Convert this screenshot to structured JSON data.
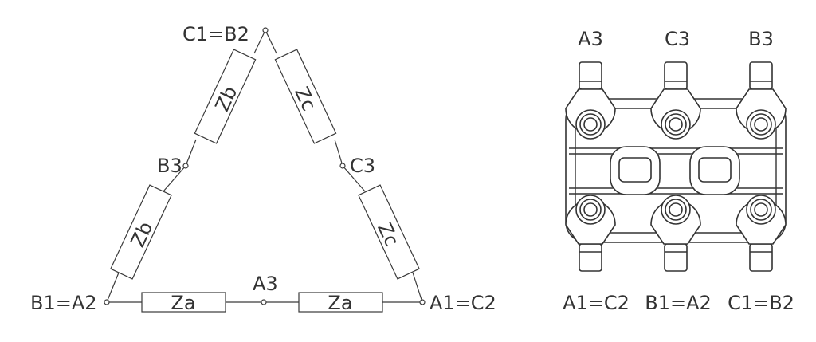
{
  "delta": {
    "nodes": {
      "top": "C1=B2",
      "left": "B1=A2",
      "right": "A1=C2",
      "mid_left": "B3",
      "mid_right": "C3",
      "mid_bottom": "A3"
    },
    "impedances": {
      "left_upper": "Zb",
      "left_lower": "Zb",
      "right_upper": "Zc",
      "right_lower": "Zc",
      "bottom_left": "Za",
      "bottom_right": "Za"
    }
  },
  "terminal_block": {
    "top_labels": [
      "A3",
      "C3",
      "B3"
    ],
    "bottom_labels": [
      "A1=C2",
      "B1=A2",
      "C1=B2"
    ]
  }
}
